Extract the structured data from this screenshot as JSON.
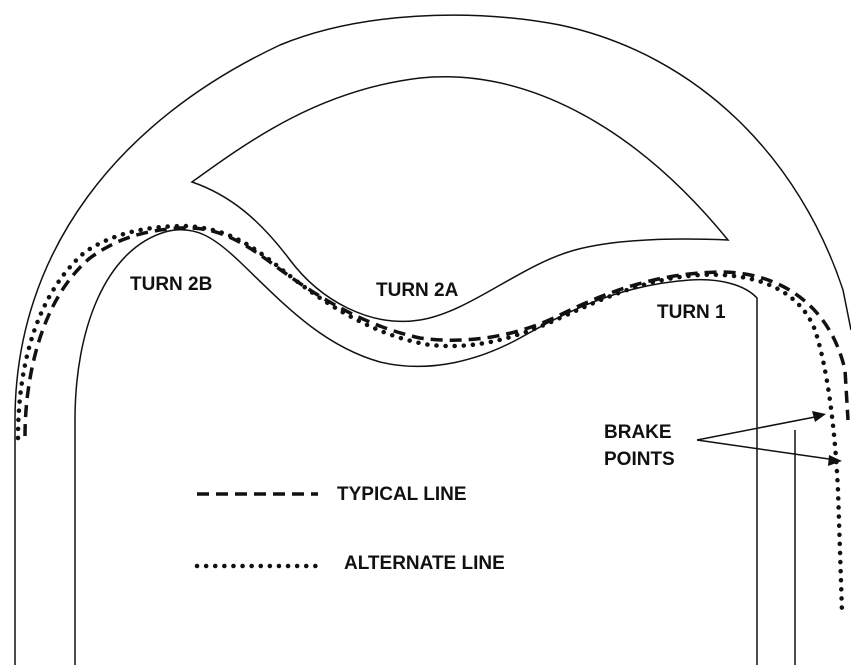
{
  "labels": {
    "turn_2b": "TURN 2B",
    "turn_2a": "TURN 2A",
    "turn_1": "TURN 1",
    "brake_line1": "BRAKE",
    "brake_line2": "POINTS"
  },
  "legend": {
    "typical": "TYPICAL LINE",
    "alternate": "ALTERNATE LINE"
  },
  "colors": {
    "ink": "#111111",
    "background": "#ffffff"
  }
}
